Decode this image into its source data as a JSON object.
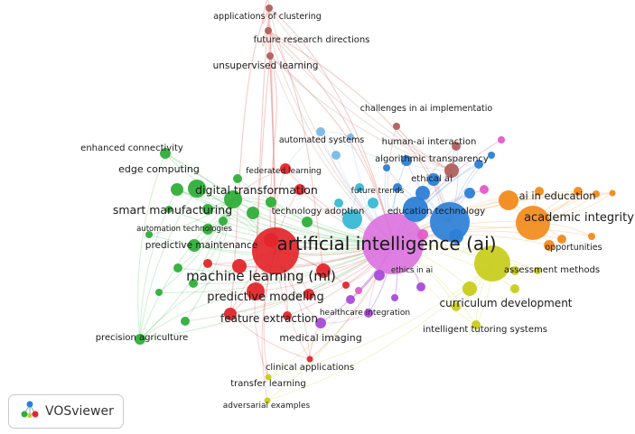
{
  "app": {
    "name": "VOSviewer"
  },
  "colors": {
    "cluster_red": "#e2262b",
    "cluster_green": "#2fae3a",
    "cluster_blue": "#2c7fd6",
    "cluster_yellow": "#c8cc1a",
    "cluster_purple": "#a64cd8",
    "cluster_cyan": "#3ab8d6",
    "cluster_orange": "#f28a1c",
    "cluster_brown": "#b0605a",
    "cluster_pink": "#e05cc8",
    "cluster_violet": "#dc74e0",
    "cluster_lightblue": "#7ab8e8"
  },
  "network": {
    "keywords": {
      "applications_of_clustering": "applications of clustering",
      "future_research_directions": "future research directions",
      "unsupervised_learning": "unsupervised learning",
      "challenges_in_ai_implementation": "challenges in ai implementatio",
      "automated_systems": "automated systems",
      "human_ai_interaction": "human-ai interaction",
      "algorithmic_transparency": "algorithmic transparency",
      "enhanced_connectivity": "enhanced connectivity",
      "edge_computing": "edge computing",
      "federated_learning": "federated learning",
      "ethical_ai": "ethical ai",
      "digital_transformation": "digital transformation",
      "future_trends": "future trends",
      "ai_in_education": "ai in education",
      "smart_manufacturing": "smart manufacturing",
      "technology_adoption": "technology adoption",
      "education_technology": "education technology",
      "academic_integrity": "academic integrity",
      "automation_technologies": "automation technologies",
      "predictive_maintenance": "predictive maintenance",
      "artificial_intelligence": "artificial intelligence (ai)",
      "opportunities": "opportunities",
      "ethics_in_ai": "ethics in ai",
      "assessment_methods": "assessment methods",
      "machine_learning": "machine learning (ml)",
      "predictive_modeling": "predictive modeling",
      "curriculum_development": "curriculum development",
      "feature_extraction": "feature extraction",
      "healthcare_integration": "healthcare integration",
      "intelligent_tutoring_systems": "intelligent tutoring systems",
      "precision_agriculture": "precision agriculture",
      "medical_imaging": "medical imaging",
      "clinical_applications": "clinical applications",
      "transfer_learning": "transfer learning",
      "adversarial_examples": "adversarial examples"
    }
  }
}
